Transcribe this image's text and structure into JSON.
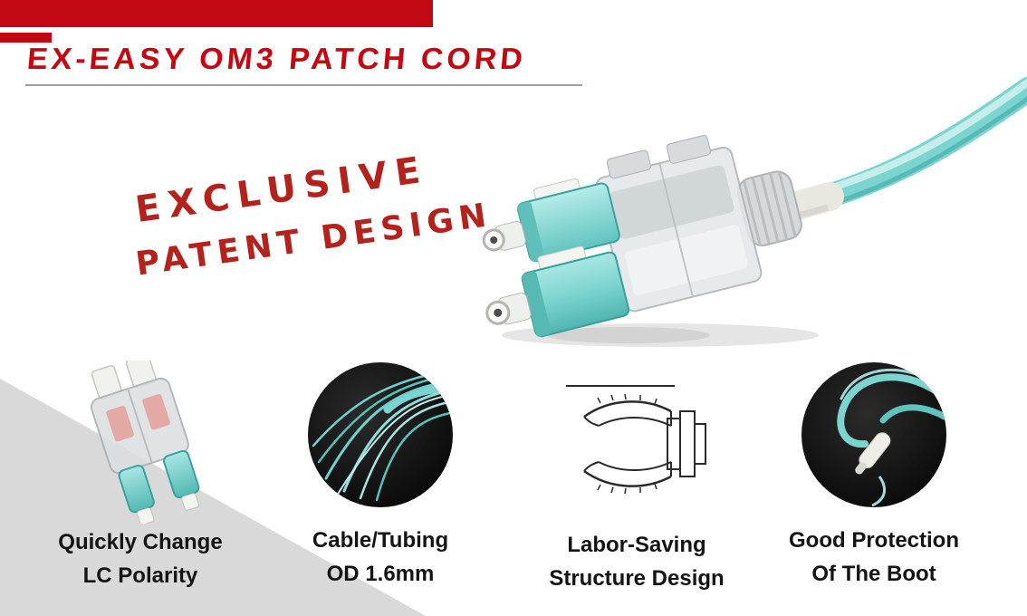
{
  "header": {
    "title": "EX-EASY OM3 PATCH CORD"
  },
  "hero": {
    "tagline_line1": "EXCLUSIVE",
    "tagline_line2": "PATENT DESIGN",
    "image": "lc-duplex-uniboot-connector-with-aqua-cable-photo"
  },
  "features": [
    {
      "image": "uniboot-connector-photo",
      "caption_line1": "Quickly Change",
      "caption_line2": "LC Polarity"
    },
    {
      "image": "aqua-fiber-strands-photo",
      "caption_line1": "Cable/Tubing",
      "caption_line2": "OD 1.6mm"
    },
    {
      "image": "clip-structure-line-drawing",
      "caption_line1": "Labor-Saving",
      "caption_line2": "Structure Design"
    },
    {
      "image": "cable-boot-protection-photo",
      "caption_line1": "Good Protection",
      "caption_line2": "Of The Boot"
    }
  ],
  "colors": {
    "accent-red": "#c20813",
    "tagline-red": "#b3231e",
    "aqua": "#7cd4d0",
    "aqua-dark": "#46b0ab",
    "gray-band": "#d9d9d9",
    "text-dark": "#141414"
  }
}
